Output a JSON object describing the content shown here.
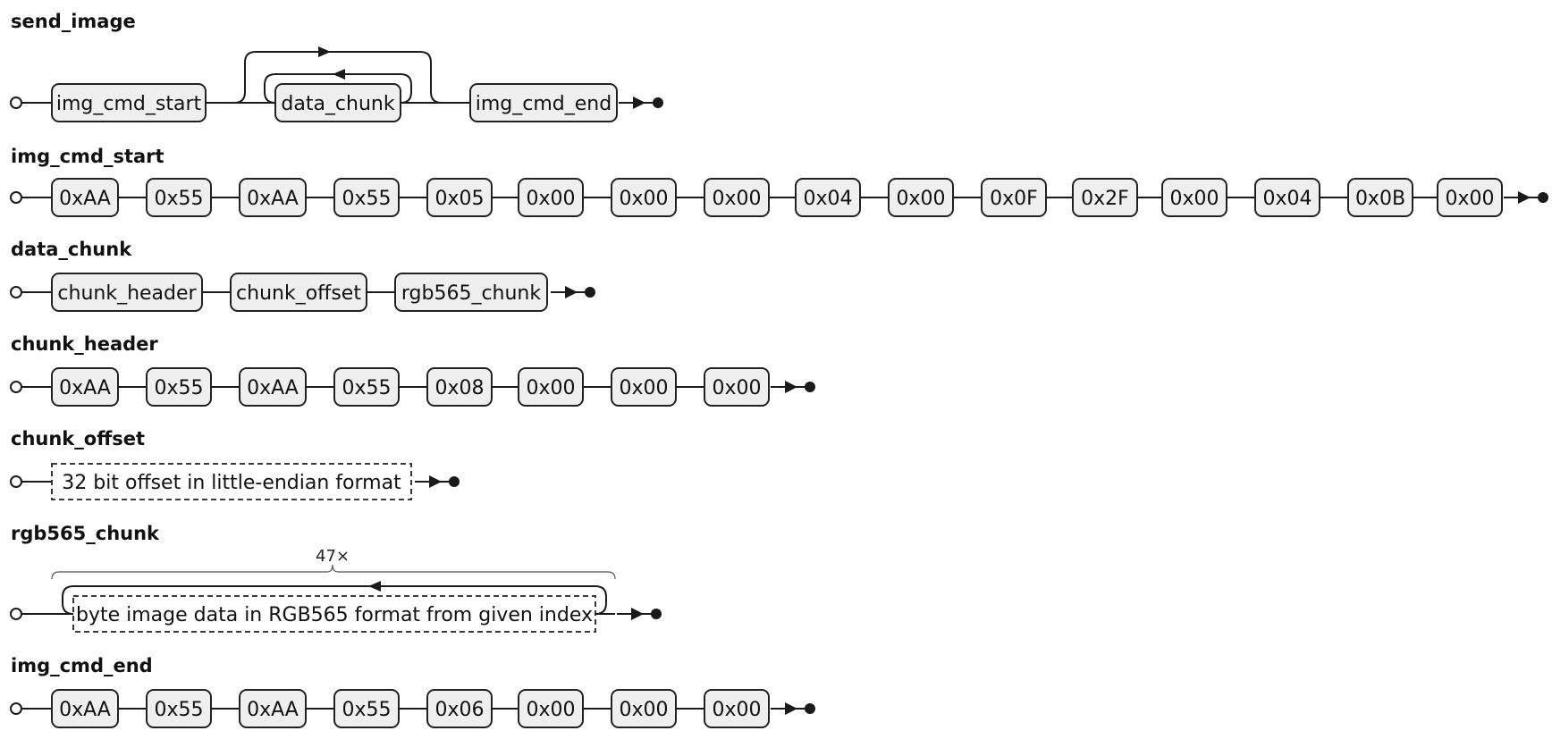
{
  "rules": {
    "send_image": {
      "title": "send_image",
      "items": [
        "img_cmd_start",
        "data_chunk",
        "img_cmd_end"
      ]
    },
    "img_cmd_start": {
      "title": "img_cmd_start",
      "items": [
        "0xAA",
        "0x55",
        "0xAA",
        "0x55",
        "0x05",
        "0x00",
        "0x00",
        "0x00",
        "0x04",
        "0x00",
        "0x0F",
        "0x2F",
        "0x00",
        "0x04",
        "0x0B",
        "0x00"
      ]
    },
    "data_chunk": {
      "title": "data_chunk",
      "items": [
        "chunk_header",
        "chunk_offset",
        "rgb565_chunk"
      ]
    },
    "chunk_header": {
      "title": "chunk_header",
      "items": [
        "0xAA",
        "0x55",
        "0xAA",
        "0x55",
        "0x08",
        "0x00",
        "0x00",
        "0x00"
      ]
    },
    "chunk_offset": {
      "title": "chunk_offset",
      "comment": "32 bit offset in little-endian format"
    },
    "rgb565_chunk": {
      "title": "rgb565_chunk",
      "count": "47×",
      "comment": "byte image data in RGB565 format from given index"
    },
    "img_cmd_end": {
      "title": "img_cmd_end",
      "items": [
        "0xAA",
        "0x55",
        "0xAA",
        "0x55",
        "0x06",
        "0x00",
        "0x00",
        "0x00"
      ]
    }
  }
}
